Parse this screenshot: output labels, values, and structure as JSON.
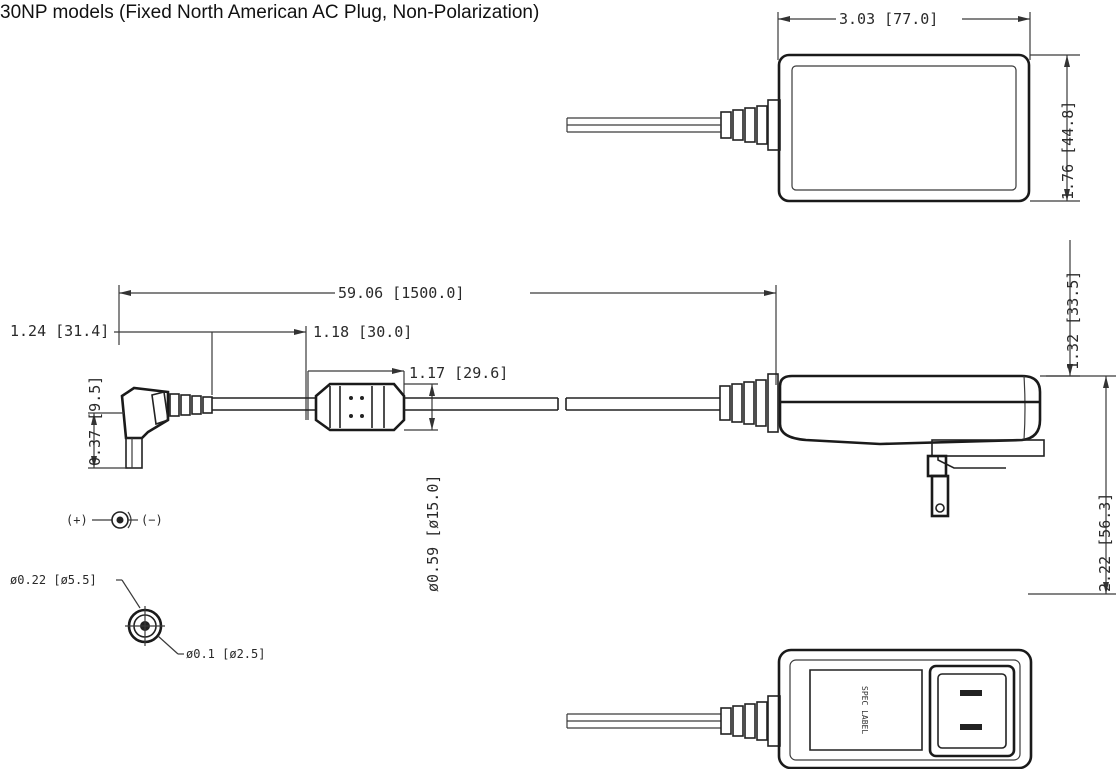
{
  "caption": "30NP models (Fixed North American AC Plug, Non-Polarization)",
  "dimensions": {
    "top_width": "3.03 [77.0]",
    "top_height": "1.76 [44.8]",
    "cord_length": "59.06 [1500.0]",
    "plug_offset": "1.24 [31.4]",
    "ferrite_position": "1.18 [30.0]",
    "ferrite_length": "1.17 [29.6]",
    "plug_height": "0.37 [9.5]",
    "ferrite_diameter": "ø0.59 [ø15.0]",
    "body_height": "1.32 [33.5]",
    "total_height": "2.22 [56.3]",
    "plug_outer_diameter": "ø0.22 [ø5.5]",
    "plug_inner_diameter": "ø0.1 [ø2.5]"
  },
  "polarity": {
    "positive": "(+)",
    "negative": "(−)"
  },
  "label_text": "SPEC LABEL"
}
